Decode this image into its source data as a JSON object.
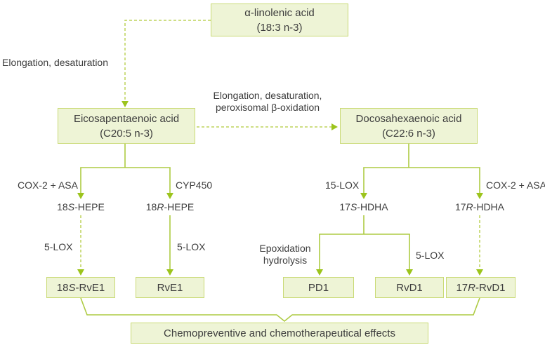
{
  "palette": {
    "box_fill": "#eef4d6",
    "box_border": "#c9da75",
    "line_green": "#aecb43",
    "arrow_green": "#9cc41c",
    "dashed_green": "#bdd35c",
    "text_color": "#3d3d3d"
  },
  "nodes": {
    "ala": {
      "name": "α-linolenic acid",
      "formula": "(18:3 n-3)"
    },
    "epa": {
      "name": "Eicosapentaenoic acid",
      "formula": "(C20:5 n-3)"
    },
    "dha": {
      "name": "Docosahexaenoic acid",
      "formula": "(C22:6 n-3)"
    },
    "rve1_18s": {
      "pre": "18",
      "stereo": "S",
      "post": "-RvE1"
    },
    "rve1": {
      "label": "RvE1"
    },
    "pd1": {
      "label": "PD1"
    },
    "rvd1": {
      "label": "RvD1"
    },
    "rvd1_17r": {
      "pre": "17",
      "stereo": "R",
      "post": "-RvD1"
    },
    "effects": {
      "label": "Chemopreventive and chemotherapeutical effects"
    }
  },
  "intermediates": {
    "hepe_18s": {
      "pre": "18",
      "stereo": "S",
      "post": "-HEPE"
    },
    "hepe_18r": {
      "pre": "18",
      "stereo": "R",
      "post": "-HEPE"
    },
    "hdha_17s": {
      "pre": "17",
      "stereo": "S",
      "post": "-HDHA"
    },
    "hdha_17r": {
      "pre": "17",
      "stereo": "R",
      "post": "-HDHA"
    }
  },
  "enzyme_labels": {
    "elongation_left": "Elongation, desaturation",
    "elongation_mid_line1": "Elongation, desaturation,",
    "elongation_mid_line2": "peroxisomal β-oxidation",
    "cox2_asa_left": "COX-2 + ASA",
    "cyp450": "CYP450",
    "lox5_left": "5-LOX",
    "lox5_mid": "5-LOX",
    "lox15": "15-LOX",
    "cox2_asa_right": "COX-2 + ASA",
    "epoxidation_line1": "Epoxidation",
    "epoxidation_line2": "hydrolysis",
    "lox5_right": "5-LOX"
  }
}
